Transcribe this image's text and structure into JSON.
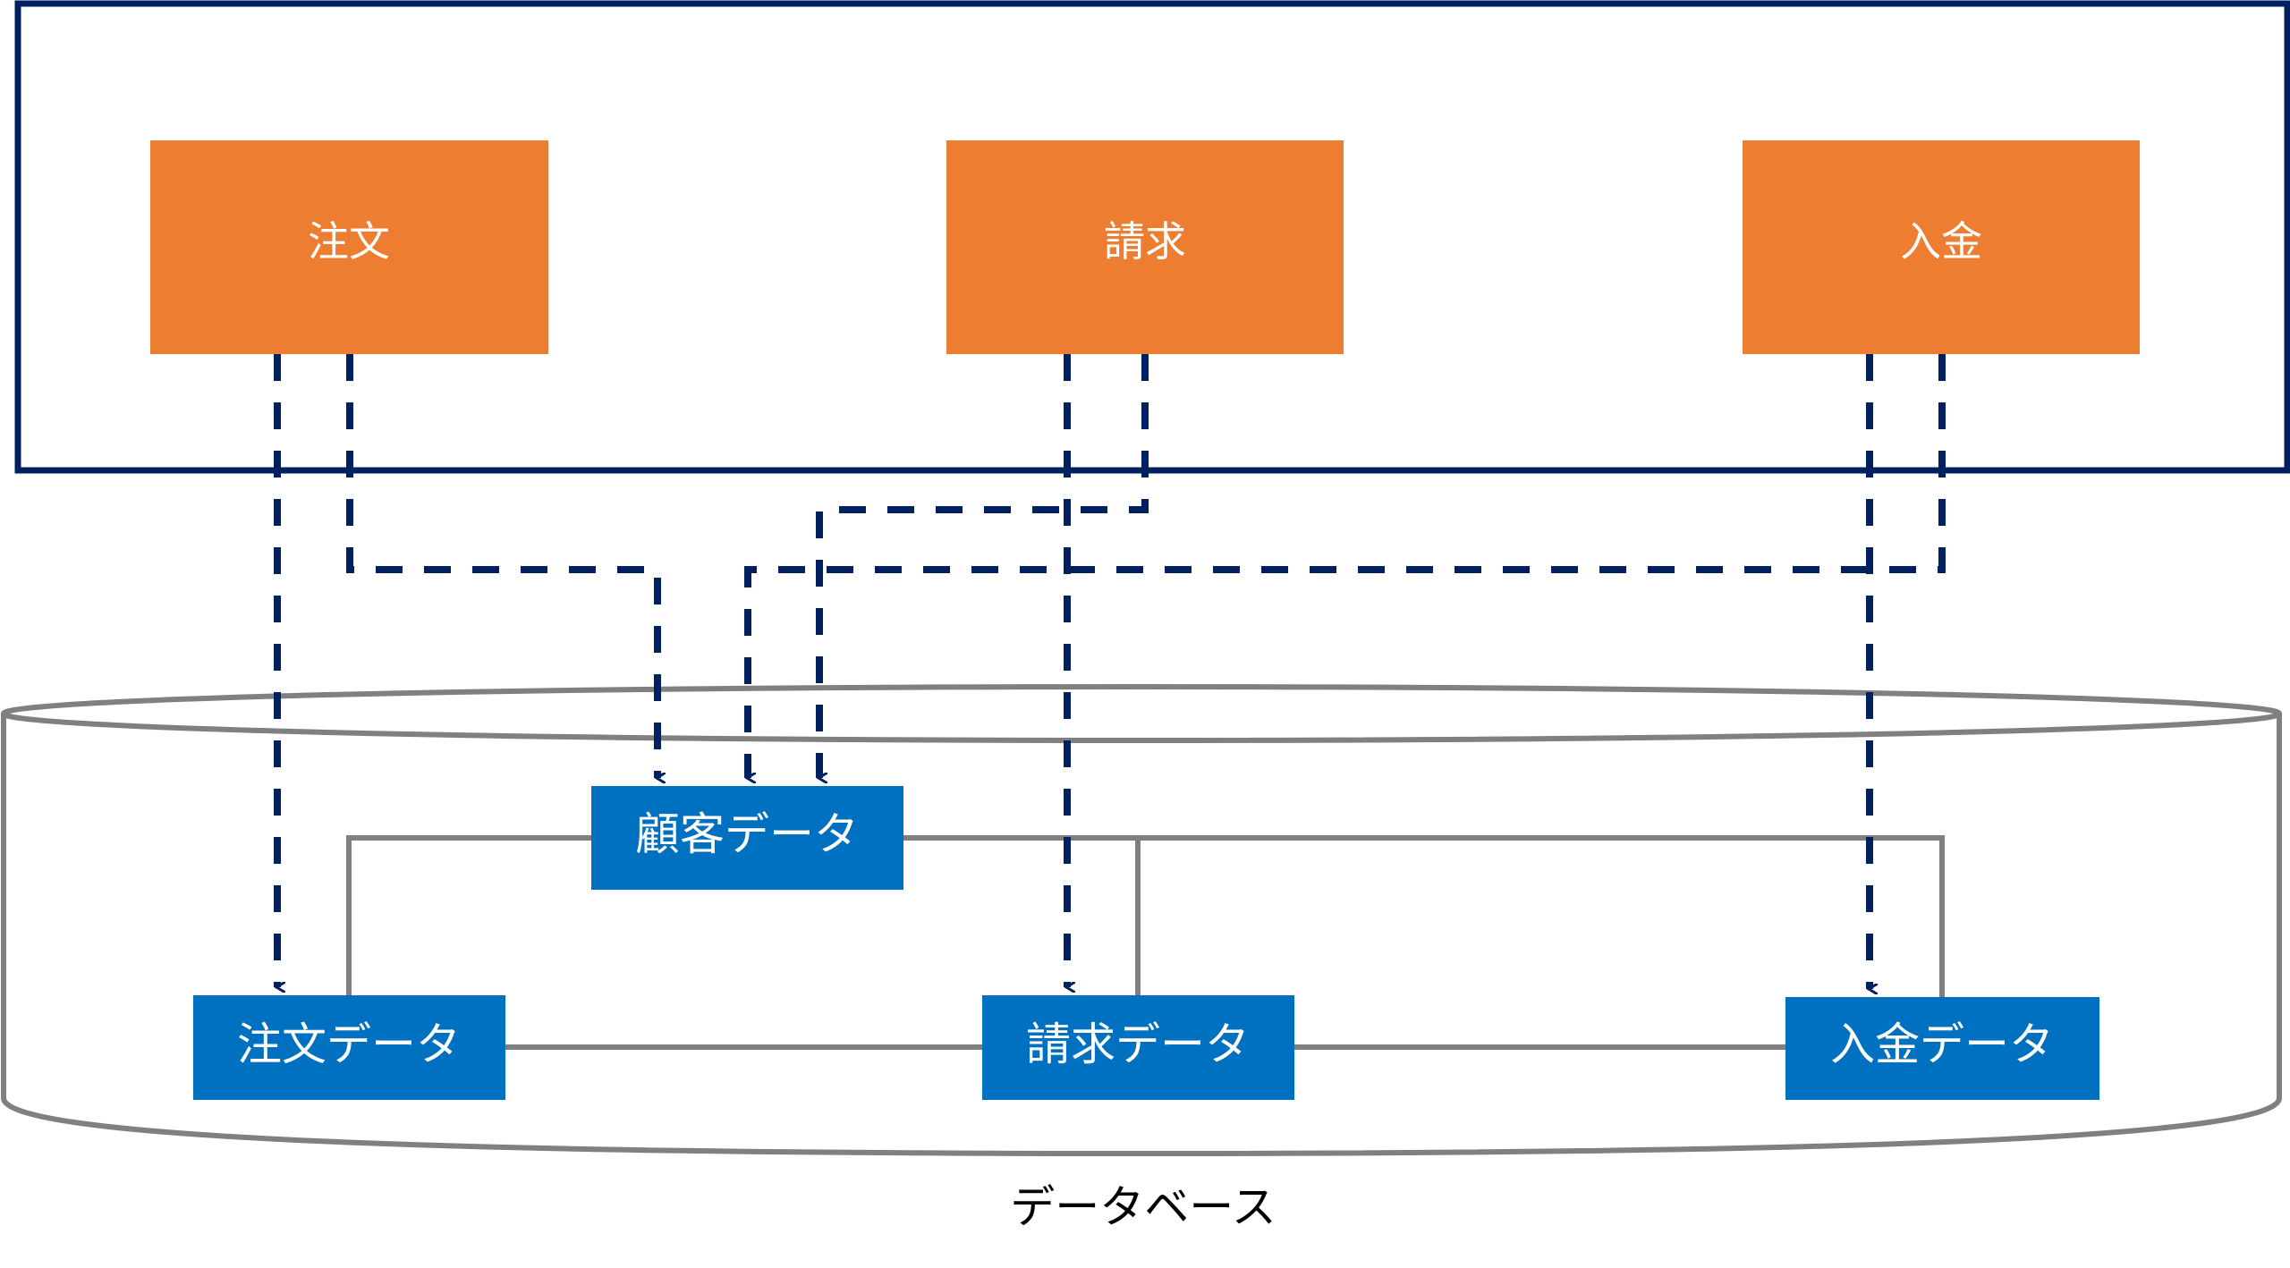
{
  "colors": {
    "app_frame": "#002060",
    "process_fill": "#ED7D31",
    "data_fill": "#0070C0",
    "flow_line": "#002060",
    "relation_line": "#808080",
    "database_outline": "#808080",
    "label_text": "#000000",
    "node_text": "#FFFFFF"
  },
  "application": {
    "processes": [
      {
        "id": "order",
        "label": "注文"
      },
      {
        "id": "billing",
        "label": "請求"
      },
      {
        "id": "payment",
        "label": "入金"
      }
    ]
  },
  "database": {
    "label": "データベース",
    "tables": [
      {
        "id": "customer_data",
        "label": "顧客データ"
      },
      {
        "id": "order_data",
        "label": "注文データ"
      },
      {
        "id": "billing_data",
        "label": "請求データ"
      },
      {
        "id": "payment_data",
        "label": "入金データ"
      }
    ]
  },
  "flows": [
    {
      "from": "order",
      "to": "order_data",
      "style": "dashed-arrow"
    },
    {
      "from": "order",
      "to": "customer_data",
      "style": "dashed-arrow"
    },
    {
      "from": "billing",
      "to": "billing_data",
      "style": "dashed-arrow"
    },
    {
      "from": "billing",
      "to": "customer_data",
      "style": "dashed-arrow"
    },
    {
      "from": "payment",
      "to": "payment_data",
      "style": "dashed-arrow"
    },
    {
      "from": "payment",
      "to": "customer_data",
      "style": "dashed-arrow"
    }
  ],
  "relations": [
    {
      "from": "customer_data",
      "to": "order_data"
    },
    {
      "from": "customer_data",
      "to": "billing_data"
    },
    {
      "from": "customer_data",
      "to": "payment_data"
    },
    {
      "from": "order_data",
      "to": "billing_data"
    },
    {
      "from": "billing_data",
      "to": "payment_data"
    }
  ]
}
